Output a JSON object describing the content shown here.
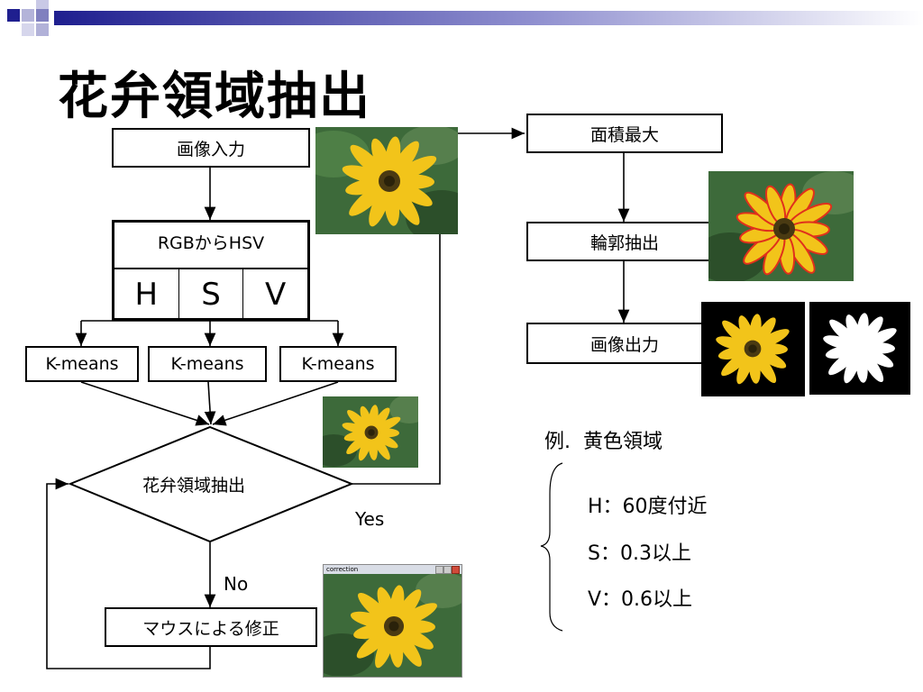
{
  "slide": {
    "title": "花弁領域抽出"
  },
  "flow": {
    "input": "画像入力",
    "convert": "RGBからHSV",
    "h": "H",
    "s": "S",
    "v": "V",
    "kmeans": [
      "K-means",
      "K-means",
      "K-means"
    ],
    "decision": "花弁領域抽出",
    "yes": "Yes",
    "no": "No",
    "mouse_fix": "マウスによる修正",
    "max_area": "面積最大",
    "contour": "輪郭抽出",
    "output": "画像出力"
  },
  "example": {
    "heading": "例.  黄色領域",
    "h_rule": "H：60度付近",
    "s_rule": "S：0.3以上",
    "v_rule": "V：0.6以上"
  },
  "window": {
    "title": "correction"
  },
  "colors": {
    "accent": "#1f1f8f",
    "petal": "#f2c41a",
    "leaf": "#2f5a2a",
    "contour": "#e0301c"
  }
}
